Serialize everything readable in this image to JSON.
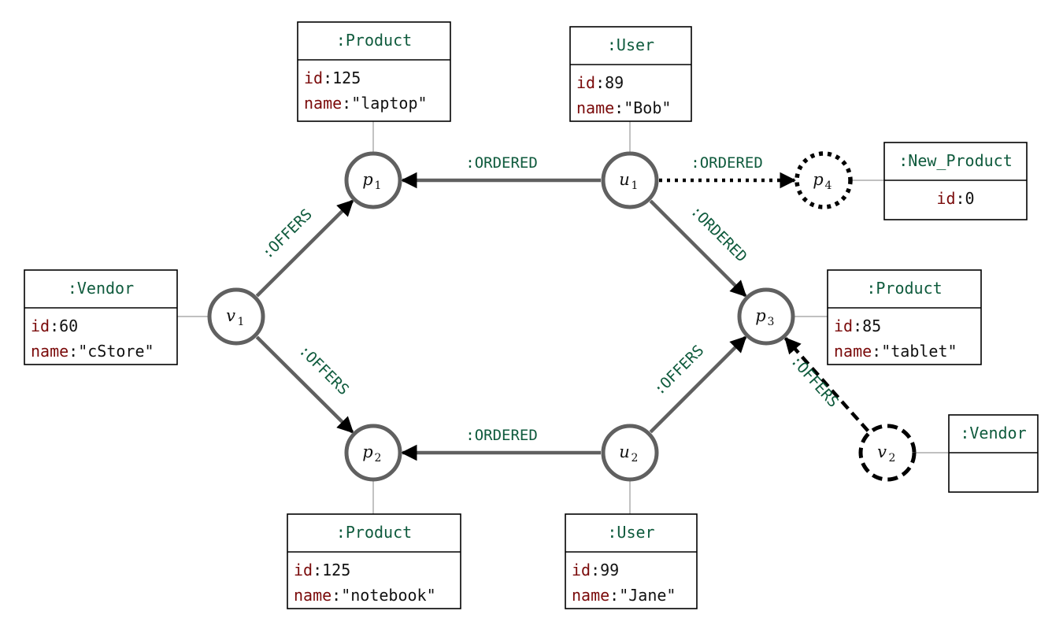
{
  "colors": {
    "edge": "#606060",
    "node_stroke": "#606060",
    "new_element": "#000000",
    "label_type": "#0e5a3c",
    "property_key": "#7a0a0a",
    "text": "#111111"
  },
  "nodes": [
    {
      "id": "p1",
      "base": "p",
      "sub": "1",
      "style": "solid"
    },
    {
      "id": "p2",
      "base": "p",
      "sub": "2",
      "style": "solid"
    },
    {
      "id": "p3",
      "base": "p",
      "sub": "3",
      "style": "solid"
    },
    {
      "id": "p4",
      "base": "p",
      "sub": "4",
      "style": "dotted"
    },
    {
      "id": "u1",
      "base": "u",
      "sub": "1",
      "style": "solid"
    },
    {
      "id": "u2",
      "base": "u",
      "sub": "2",
      "style": "solid"
    },
    {
      "id": "v1",
      "base": "v",
      "sub": "1",
      "style": "solid"
    },
    {
      "id": "v2",
      "base": "v",
      "sub": "2",
      "style": "dashed"
    }
  ],
  "boxes": [
    {
      "node": "p1",
      "type": ":Product",
      "props": [
        {
          "key": "id",
          "value": "125"
        },
        {
          "key": "name",
          "value": "\"laptop\""
        }
      ]
    },
    {
      "node": "u1",
      "type": ":User",
      "props": [
        {
          "key": "id",
          "value": "89"
        },
        {
          "key": "name",
          "value": "\"Bob\""
        }
      ]
    },
    {
      "node": "p4",
      "type": ":New_Product",
      "props": [
        {
          "key": "id",
          "value": "0"
        }
      ]
    },
    {
      "node": "v1",
      "type": ":Vendor",
      "props": [
        {
          "key": "id",
          "value": "60"
        },
        {
          "key": "name",
          "value": "\"cStore\""
        }
      ]
    },
    {
      "node": "p3",
      "type": ":Product",
      "props": [
        {
          "key": "id",
          "value": "85"
        },
        {
          "key": "name",
          "value": "\"tablet\""
        }
      ]
    },
    {
      "node": "v2",
      "type": ":Vendor",
      "props": []
    },
    {
      "node": "p2",
      "type": ":Product",
      "props": [
        {
          "key": "id",
          "value": "125"
        },
        {
          "key": "name",
          "value": "\"notebook\""
        }
      ]
    },
    {
      "node": "u2",
      "type": ":User",
      "props": [
        {
          "key": "id",
          "value": "99"
        },
        {
          "key": "name",
          "value": "\"Jane\""
        }
      ]
    }
  ],
  "edges": [
    {
      "from": "u1",
      "to": "p1",
      "label": ":ORDERED",
      "style": "solid"
    },
    {
      "from": "u1",
      "to": "p4",
      "label": ":ORDERED",
      "style": "dotted"
    },
    {
      "from": "u1",
      "to": "p3",
      "label": ":ORDERED",
      "style": "solid"
    },
    {
      "from": "v1",
      "to": "p1",
      "label": ":OFFERS",
      "style": "solid"
    },
    {
      "from": "v1",
      "to": "p2",
      "label": ":OFFERS",
      "style": "solid"
    },
    {
      "from": "u2",
      "to": "p2",
      "label": ":ORDERED",
      "style": "solid"
    },
    {
      "from": "u2",
      "to": "p3",
      "label": ":OFFERS",
      "style": "solid"
    },
    {
      "from": "v2",
      "to": "p3",
      "label": ":OFFERS",
      "style": "dashed"
    }
  ]
}
